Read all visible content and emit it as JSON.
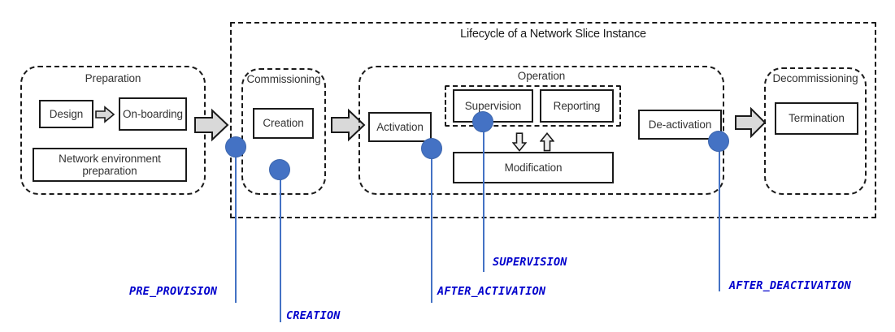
{
  "diagram": {
    "title": "Lifecycle of a Network Slice Instance",
    "accent_blue": "#4472C4",
    "label_blue": "#0000CC",
    "arrow_grey": "#D9D9D9",
    "line_black": "#1A1A1A"
  },
  "phases": {
    "preparation": {
      "label": "Preparation",
      "tasks": {
        "design": "Design",
        "onboarding": "On-boarding",
        "network_environment_preparation": "Network environment preparation"
      }
    },
    "commissioning": {
      "label": "Commissioning",
      "tasks": {
        "creation": "Creation"
      }
    },
    "operation": {
      "label": "Operation",
      "tasks": {
        "activation": "Activation",
        "supervision": "Supervision",
        "reporting": "Reporting",
        "modification": "Modification",
        "deactivation": "De-activation"
      }
    },
    "decommissioning": {
      "label": "Decommissioning",
      "tasks": {
        "termination": "Termination"
      }
    }
  },
  "markers": [
    {
      "id": "pre_provision",
      "label": "PRE_PROVISION"
    },
    {
      "id": "creation",
      "label": "CREATION"
    },
    {
      "id": "after_activation",
      "label": "AFTER_ACTIVATION"
    },
    {
      "id": "supervision",
      "label": "SUPERVISION"
    },
    {
      "id": "after_deactivation",
      "label": "AFTER_DEACTIVATION"
    }
  ]
}
